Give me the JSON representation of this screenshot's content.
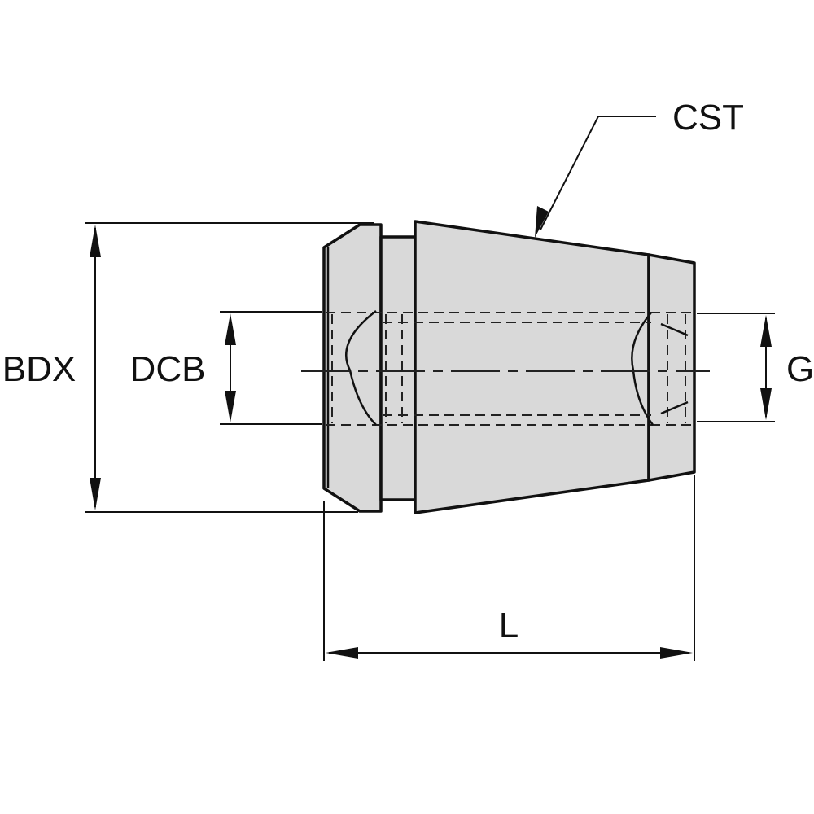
{
  "diagram": {
    "labels": {
      "cst": "CST",
      "bdx": "BDX",
      "dcb": "DCB",
      "g": "G",
      "l": "L"
    },
    "colors": {
      "body_fill": "#d9d9d9",
      "line": "#111111",
      "background": "#ffffff"
    }
  }
}
